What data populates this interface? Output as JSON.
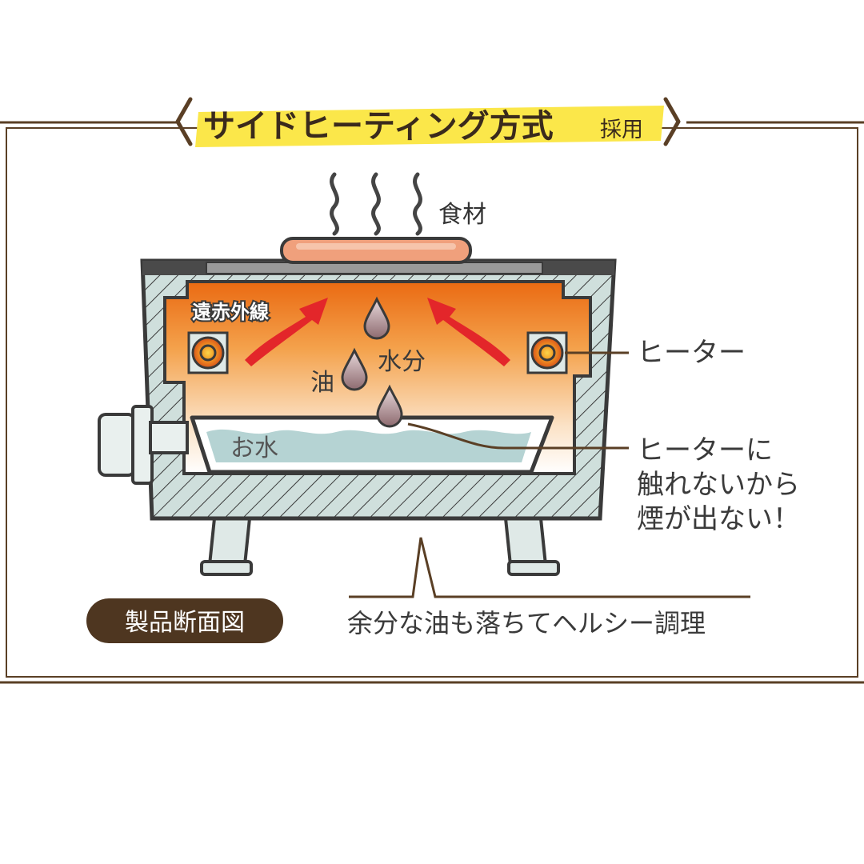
{
  "banner": {
    "title": "サイドヒーティング方式",
    "suffix": "採用"
  },
  "labels": {
    "food": "食材",
    "far_infrared": "遠赤外線",
    "moisture": "水分",
    "oil": "油",
    "heater": "ヒーター",
    "water": "お水",
    "no_smoke_line1": "ヒーターに",
    "no_smoke_line2": "触れないから",
    "no_smoke_line3": "煙が出ない！",
    "healthy": "余分な油も落ちてヘルシー調理",
    "cross_section_badge": "製品断面図"
  },
  "colors": {
    "frame_brown": "#5a3f25",
    "banner_yellow": "#fbe74a",
    "body_teal": "#cfdfdc",
    "outline": "#3a3a3a",
    "heat_orange": "#ee7a1c",
    "arrow_red": "#e3262a",
    "water_blue": "#b5d3d3",
    "food_salmon": "#f0a07c",
    "droplet": "#a07e82",
    "badge_brown": "#4e3620"
  },
  "icons": {
    "steam": "steam-wave-icon",
    "droplet": "droplet-icon",
    "heater_coil": "heater-coil-icon",
    "heat_arrow": "curved-arrow-icon"
  }
}
